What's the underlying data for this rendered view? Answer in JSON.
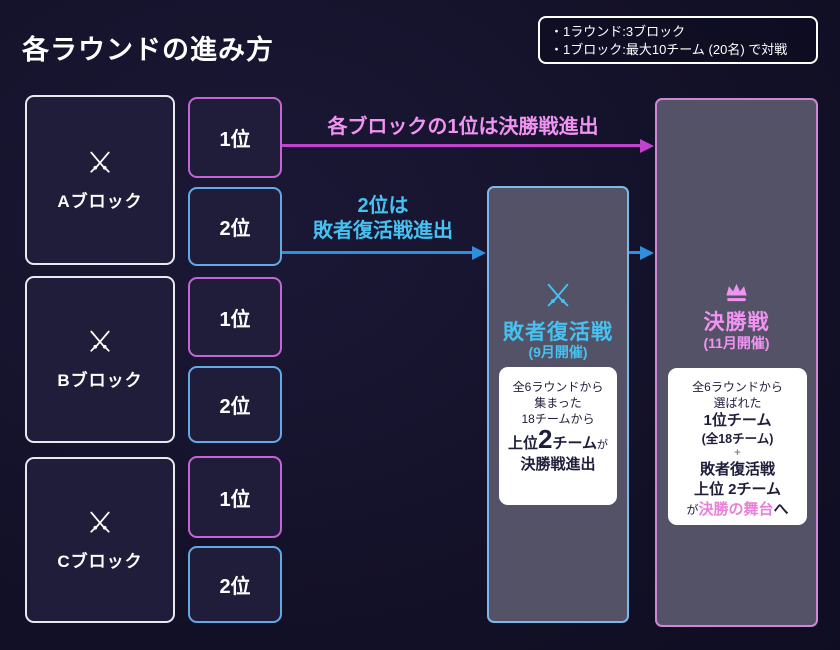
{
  "page": {
    "title": "各ラウンドの進み方",
    "info_box": {
      "line1": "・1ラウンド:3ブロック",
      "line2": "・1ブロック:最大10チーム (20名) で対戦"
    }
  },
  "blocks": [
    {
      "label": "Aブロック"
    },
    {
      "label": "Bブロック"
    },
    {
      "label": "Cブロック"
    }
  ],
  "ranks": {
    "first": "1位",
    "second": "2位"
  },
  "arrows": {
    "first_place_label": "各ブロックの1位は決勝戦進出",
    "second_place_label_line1": "2位は",
    "second_place_label_line2": "敗者復活戦進出"
  },
  "loser_bracket": {
    "title": "敗者復活戦",
    "schedule": "(9月開催)",
    "icon": "crossed-swords-icon",
    "card": {
      "line1": "全6ラウンドから",
      "line2": "集まった",
      "line3": "18チームから",
      "line4_prefix": "上位",
      "line4_number": "2",
      "line4_suffix": "チーム",
      "line4_particle": "が",
      "line5": "決勝戦進出"
    }
  },
  "final": {
    "title": "決勝戦",
    "schedule": "(11月開催)",
    "icon": "crown-icon",
    "card": {
      "line1": "全6ラウンドから",
      "line2": "選ばれた",
      "line3": "1位チーム",
      "line4": "(全18チーム)",
      "plus": "+",
      "line5": "敗者復活戦",
      "line6": "上位 2チーム",
      "line7_particle": "が",
      "line7_highlight": "決勝の舞台",
      "line7_suffix": "へ"
    }
  },
  "colors": {
    "background": "#121026",
    "panel": "#201d3a",
    "gray_panel": "#545267",
    "magenta": "#f193f1",
    "magenta_line": "#bf43cc",
    "rank1_border": "#c365d4",
    "rank2_border": "#62a9e6",
    "cyan": "#46c1f2",
    "cyan_line": "#2f8fdc",
    "loser_border": "#7cb9ea",
    "final_border": "#cf86d6",
    "highlight_final_stage": "#e87fd8"
  }
}
